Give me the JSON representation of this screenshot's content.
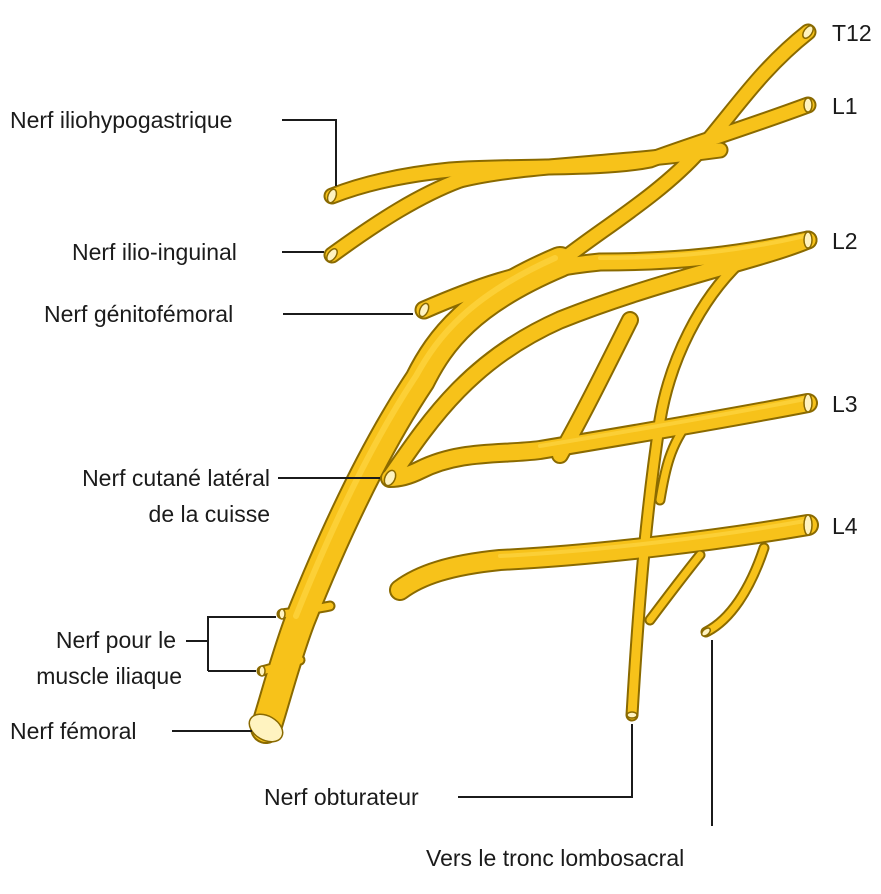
{
  "roots": {
    "t12": "T12",
    "l1": "L1",
    "l2": "L2",
    "l3": "L3",
    "l4": "L4"
  },
  "nerves": {
    "iliohypogastrique": "Nerf iliohypogastrique",
    "ilio_inguinal": "Nerf ilio-inguinal",
    "genitofemoral": "Nerf génitofémoral",
    "cutane_lateral_line1": "Nerf cutané latéral",
    "cutane_lateral_line2": "de la cuisse",
    "iliaque_line1": "Nerf pour le",
    "iliaque_line2": "muscle iliaque",
    "femoral": "Nerf fémoral",
    "obturateur": "Nerf obturateur",
    "tronc_lombosacral": "Vers le tronc lombosacral"
  },
  "colors": {
    "nerve_fill": "#f7c21a",
    "nerve_outline": "#8a6a00",
    "leader_line": "#1b1b1b",
    "text": "#1b1b1b",
    "background": "#ffffff"
  }
}
